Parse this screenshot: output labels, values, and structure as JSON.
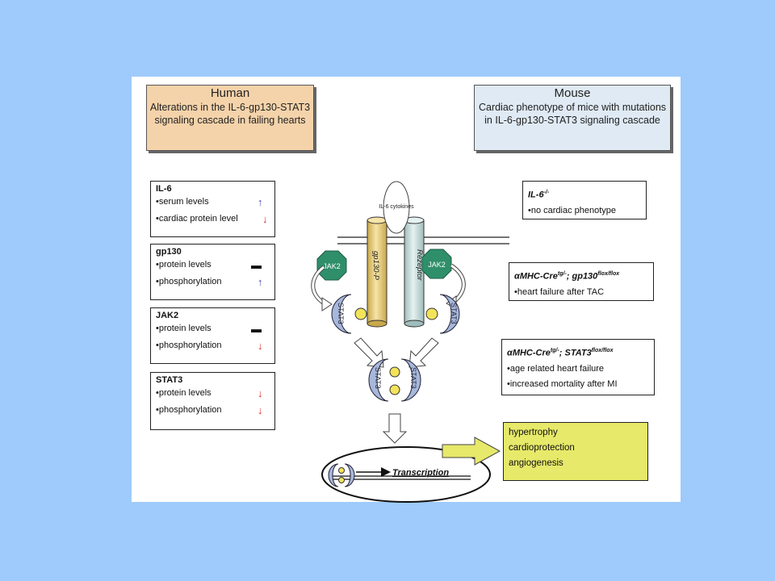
{
  "human": {
    "title": "Human",
    "subtitle": "Alterations in the IL-6-gp130-STAT3 signaling cascade in failing hearts",
    "groups": [
      {
        "title": "IL-6",
        "rows": [
          {
            "label": "•serum levels",
            "trend": "up"
          },
          {
            "label": "•cardiac protein level",
            "trend": "down"
          }
        ]
      },
      {
        "title": "gp130",
        "rows": [
          {
            "label": "•protein levels",
            "trend": "flat"
          },
          {
            "label": "•phosphorylation",
            "trend": "up"
          }
        ]
      },
      {
        "title": "JAK2",
        "rows": [
          {
            "label": "•protein levels",
            "trend": "flat"
          },
          {
            "label": "•phosphorylation",
            "trend": "down"
          }
        ]
      },
      {
        "title": "STAT3",
        "rows": [
          {
            "label": "•protein levels",
            "trend": "down"
          },
          {
            "label": "•phosphorylation",
            "trend": "down"
          }
        ]
      }
    ]
  },
  "mouse": {
    "title": "Mouse",
    "subtitle": "Cardiac phenotype of mice with mutations in IL-6-gp130-STAT3 signaling cascade",
    "models": [
      {
        "name": "IL-6",
        "sup": "-/-",
        "rest": "",
        "rest_sup": "",
        "lines": [
          "•no cardiac phenotype"
        ]
      },
      {
        "name": "αMHC-Cre",
        "sup": "tg/-",
        "rest": "; gp130",
        "rest_sup": "flox/flox",
        "lines": [
          "•heart failure after TAC"
        ]
      },
      {
        "name": "αMHC-Cre",
        "sup": "tg/-",
        "rest": "; STAT3",
        "rest_sup": "flox/flox",
        "lines": [
          "•age related heart failure",
          "•increased mortality after MI"
        ]
      }
    ]
  },
  "diagram": {
    "ligand": "IL-6 cytokines",
    "receptor_left": "gp130-P",
    "receptor_right": "Rezeptor",
    "kinase": "JAK2",
    "tf": "STAT3",
    "transcription": "Transcription"
  },
  "outcomes": [
    "hypertrophy",
    "cardioprotection",
    "angiogenesis"
  ],
  "colors": {
    "background": "#9ecbfb",
    "human_header": "#f5d3aa",
    "mouse_header": "#dfeaf4",
    "outcome_box": "#e7e96a",
    "up": "#4a4fa8",
    "down": "#e32d2d",
    "jak": "#2f8f6a",
    "stat": "#a7b7dc",
    "gp130": "#eed896",
    "receptor": "#cfe3e2"
  }
}
